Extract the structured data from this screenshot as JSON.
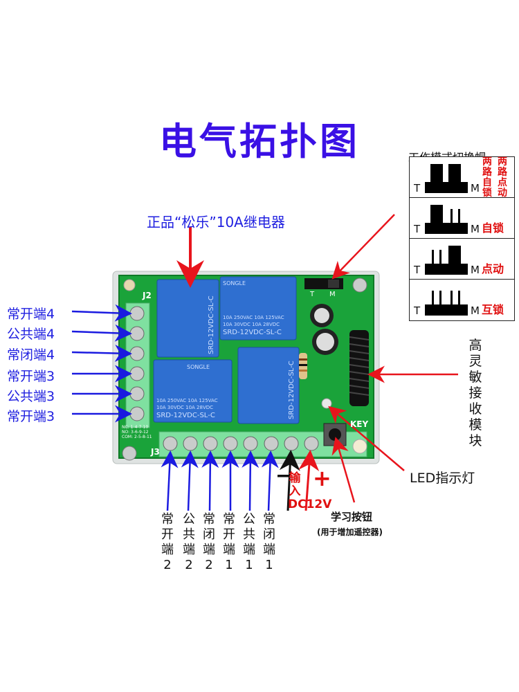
{
  "title": "电气拓扑图",
  "relay_caption": "正品“松乐”10A继电器",
  "mode_panel": {
    "title": "工作模式切换帽",
    "rows": [
      {
        "left_pin": "T",
        "right_pin": "M",
        "label_a": "两路自锁",
        "label_b": "两路点动"
      },
      {
        "left_pin": "T",
        "right_pin": "M",
        "label": "自锁"
      },
      {
        "left_pin": "T",
        "right_pin": "M",
        "label": "点动"
      },
      {
        "left_pin": "T",
        "right_pin": "M",
        "label": "互锁"
      }
    ]
  },
  "left_terminals": [
    "常开端4",
    "公共端4",
    "常闭端4",
    "常开端3",
    "公共端3",
    "常开端3"
  ],
  "bottom_terminals": [
    {
      "name": "常开端",
      "num": "2"
    },
    {
      "name": "公共端",
      "num": "2"
    },
    {
      "name": "常闭端",
      "num": "2"
    },
    {
      "name": "常开端",
      "num": "1"
    },
    {
      "name": "公共端",
      "num": "1"
    },
    {
      "name": "常闭端",
      "num": "1"
    }
  ],
  "power_input": {
    "label": "输入DC12V",
    "minus": "−",
    "plus": "+"
  },
  "learn_button": {
    "label": "学习按钮",
    "sub": "(用于增加遥控器)"
  },
  "receiver_label": "高灵敏接收模块",
  "led_label": "LED指示灯",
  "board": {
    "relay_brand": "SONGLE",
    "relay_model": "SRD-12VDC-SL-C",
    "relay_rating_1": "10A 250VAC  10A 125VAC",
    "relay_rating_2": "10A 30VDC  10A 28VDC",
    "j2": "J2",
    "j3": "J3",
    "key": "KEY",
    "jumper_t": "T",
    "jumper_m": "M",
    "nc_legend": "NC: 1-4-7-10",
    "no_legend": "NO: 3-6-9-12",
    "com_legend": "COM: 2-5-8-11"
  },
  "colors": {
    "title": "#3a10e5",
    "label_blue": "#2020e0",
    "arrow_red": "#e8141c",
    "pcb_green": "#1aa33a",
    "relay_blue": "#2f6fd0"
  }
}
